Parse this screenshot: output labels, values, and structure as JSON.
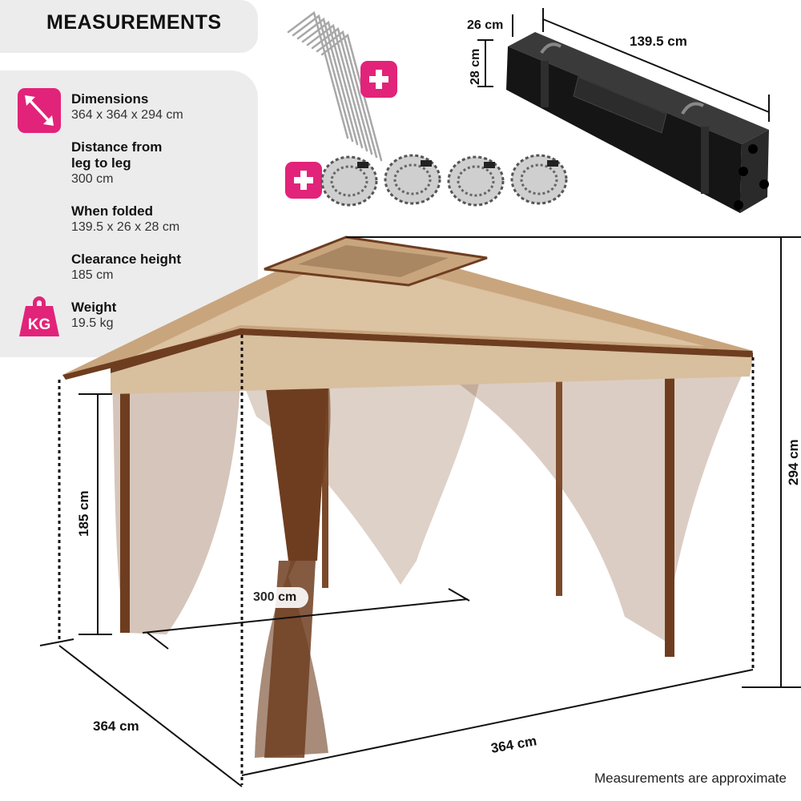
{
  "heading": "MEASUREMENTS",
  "specs": [
    {
      "label": "Dimensions",
      "value": "364 x 364 x 294 cm"
    },
    {
      "label": "Distance from",
      "label2": "leg to leg",
      "value": "300 cm"
    },
    {
      "label": "When folded",
      "value": "139.5 x 26 x 28 cm"
    },
    {
      "label": "Clearance height",
      "value": "185 cm"
    },
    {
      "label": "Weight",
      "value": "19.5 kg"
    }
  ],
  "icons": {
    "dimensions": "diagonal-arrow-icon",
    "weight": "kg-weight-icon",
    "kg_text": "KG",
    "plus": "plus-icon"
  },
  "bag": {
    "width": "26 cm",
    "height": "28 cm",
    "length": "139.5 cm"
  },
  "gazebo": {
    "height": "294 cm",
    "clearance": "185 cm",
    "leg_to_leg": "300 cm",
    "depth": "364 cm",
    "width": "364 cm"
  },
  "footnote": "Measurements are approximate",
  "colors": {
    "accent": "#e2237a",
    "panel": "#ececec",
    "canopy_light": "#d8bf9e",
    "canopy_dark": "#6e3d20"
  }
}
